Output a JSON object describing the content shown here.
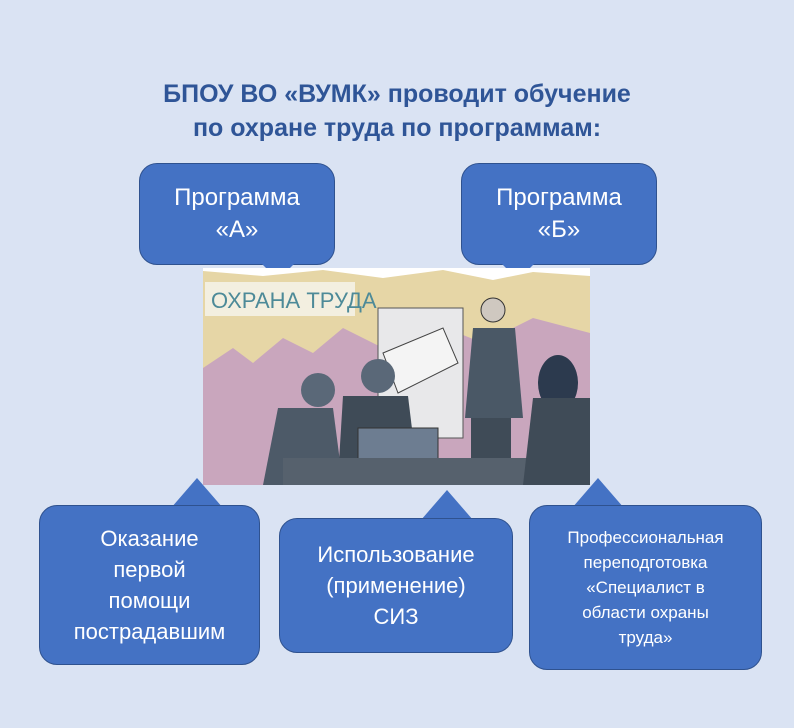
{
  "title": {
    "line1": "БПОУ ВО «ВУМК» проводит обучение",
    "line2": "по охране труда по программам:"
  },
  "programs": [
    {
      "line1": "Программа",
      "line2": "«А»"
    },
    {
      "line1": "Программа",
      "line2": "«Б»"
    }
  ],
  "illustration": {
    "caption": "ОХРАНА ТРУДА"
  },
  "topics": [
    {
      "lines": [
        "Оказание",
        "первой",
        "помощи",
        "пострадавшим"
      ]
    },
    {
      "lines": [
        "Использование",
        "(применение)",
        "СИЗ"
      ]
    },
    {
      "lines": [
        "Профессиональная",
        "переподготовка",
        "«Специалист в",
        "области охраны",
        "труда»"
      ]
    }
  ],
  "colors": {
    "background": "#dae3f3",
    "box": "#4472c4",
    "title": "#2f5597"
  }
}
